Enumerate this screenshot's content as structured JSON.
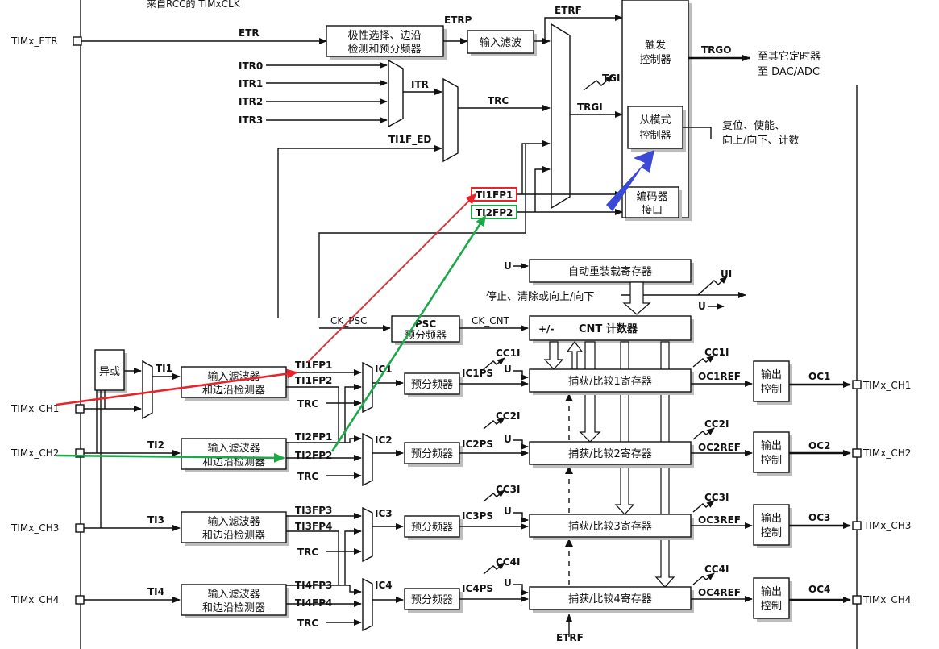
{
  "top_note": "来自RCC的 TIMxCLK",
  "pins": {
    "etr": "TIMx_ETR",
    "ch1_in": "TIMx_CH1",
    "ch2_in": "TIMx_CH2",
    "ch3_in": "TIMx_CH3",
    "ch4_in": "TIMx_CH4",
    "ch1_out": "TIMx_CH1",
    "ch2_out": "TIMx_CH2",
    "ch3_out": "TIMx_CH3",
    "ch4_out": "TIMx_CH4"
  },
  "blocks": {
    "etr_block_l1": "极性选择、边沿",
    "etr_block_l2": "检测和预分频器",
    "input_filter": "输入滤波",
    "trigger_l1": "触发",
    "trigger_l2": "控制器",
    "slave_l1": "从模式",
    "slave_l2": "控制器",
    "encoder_l1": "编码器",
    "encoder_l2": "接口",
    "xor": "异或",
    "filter_l1": "输入滤波器",
    "filter_l2": "和边沿检测器",
    "prescaler": "预分频器",
    "arr": "自动重装载寄存器",
    "psc_l1": "PSC",
    "psc_l2": "预分频器",
    "cnt_sign": "+/-",
    "cnt_label": "CNT 计数器",
    "ccr1": "捕获/比较1寄存器",
    "ccr2": "捕获/比较2寄存器",
    "ccr3": "捕获/比较3寄存器",
    "ccr4": "捕获/比较4寄存器",
    "out_l1": "输出",
    "out_l2": "控制"
  },
  "signals": {
    "etr": "ETR",
    "etrp": "ETRP",
    "etrf_top": "ETRF",
    "etrf_bottom": "ETRF",
    "itr0": "ITR0",
    "itr1": "ITR1",
    "itr2": "ITR2",
    "itr3": "ITR3",
    "itr": "ITR",
    "trc_top": "TRC",
    "ti1f_ed": "TI1F_ED",
    "tgi": "TGI",
    "trgi": "TRGI",
    "trgo": "TRGO",
    "trgo_dest_l1": "至其它定时器",
    "trgo_dest_l2": "至 DAC/ADC",
    "slave_out_l1": "复位、使能、",
    "slave_out_l2": "向上/向下、计数",
    "ti1fp1_hl": "TI1FP1",
    "ti2fp2_hl": "TI2FP2",
    "u_arr": "U",
    "ui": "UI",
    "u_cnt": "U",
    "cnt_ctrl": "停止、清除或向上/向下",
    "ck_psc": "CK_PSC",
    "ck_cnt": "CK_CNT",
    "ti1": "TI1",
    "ti2": "TI2",
    "ti3": "TI3",
    "ti4": "TI4",
    "ti1fp1": "TI1FP1",
    "ti1fp2": "TI1FP2",
    "trc1": "TRC",
    "ti2fp1": "TI2FP1",
    "ti2fp2": "TI2FP2",
    "trc2": "TRC",
    "ti3fp3": "TI3FP3",
    "ti3fp4": "TI3FP4",
    "trc3": "TRC",
    "ti4fp3": "TI4FP3",
    "ti4fp4": "TI4FP4",
    "trc4": "TRC",
    "ic1": "IC1",
    "ic2": "IC2",
    "ic3": "IC3",
    "ic4": "IC4",
    "ic1ps": "IC1PS",
    "ic2ps": "IC2PS",
    "ic3ps": "IC3PS",
    "ic4ps": "IC4PS",
    "cc1i_a": "CC1I",
    "cc2i_a": "CC2I",
    "cc3i_a": "CC3I",
    "cc4i_a": "CC4I",
    "cc1i_b": "CC1I",
    "cc2i_b": "CC2I",
    "cc3i_b": "CC3I",
    "cc4i_b": "CC4I",
    "u1": "U",
    "u2": "U",
    "u3": "U",
    "u4": "U",
    "oc1ref": "OC1REF",
    "oc2ref": "OC2REF",
    "oc3ref": "OC3REF",
    "oc4ref": "OC4REF",
    "oc1": "OC1",
    "oc2": "OC2",
    "oc3": "OC3",
    "oc4": "OC4"
  },
  "colors": {
    "red": "#e8232a",
    "green": "#1fa84a",
    "blue": "#3a49d6",
    "shadow": "#bdbdbd"
  }
}
